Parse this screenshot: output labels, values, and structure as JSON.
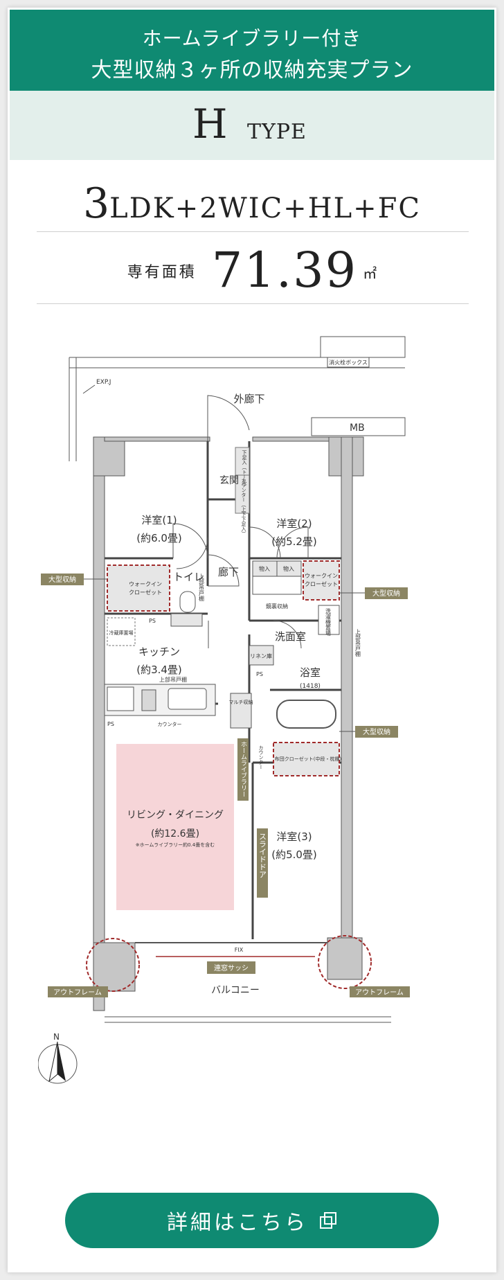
{
  "banner": {
    "line1": "ホームライブラリー付き",
    "line2": "大型収納３ヶ所の収納充実プラン"
  },
  "type": {
    "letter": "H",
    "word": "TYPE"
  },
  "layout": {
    "number": "3",
    "rest": "LDK+2WIC+HL+FC"
  },
  "area": {
    "label": "専有面積",
    "value": "71.39",
    "unit": "㎡"
  },
  "plan": {
    "fire_box": "消火栓ボックス",
    "expj": "EXP.J",
    "outer_corridor": "外廊下",
    "mb": "MB",
    "shoebox_top": "下足入（トール）",
    "shoebox_counter": "カウンター（上下下足入）",
    "entrance": "玄関",
    "room1_name": "洋室(1)",
    "room1_size": "(約6.0畳)",
    "room2_name": "洋室(2)",
    "room2_size": "(約5.2畳)",
    "hallway": "廊下",
    "wic_label": "ウォークイン",
    "wic_label2": "クローゼット",
    "toilet": "トイレ",
    "upper_cabinet": "上部吊戸棚",
    "closet_in": "物入",
    "mirror_storage": "鏡裏収納",
    "washer": "洗濯機置場",
    "ps": "PS",
    "fridge": "冷蔵庫置場",
    "kitchen_name": "キッチン",
    "kitchen_size": "(約3.4畳)",
    "washroom": "洗面室",
    "linen": "リネン庫",
    "bath": "浴室",
    "bath_size": "(1418)",
    "counter": "カウンター",
    "multi_storage": "マルチ収納",
    "home_library": "ホームライブラリー",
    "futon_closet": "布団クローゼット(中段・枕棚)",
    "living_name": "リビング・ダイニング",
    "living_size": "(約12.6畳)",
    "living_note": "※ホームライブラリー約0.4畳を含む",
    "room3_name": "洋室(3)",
    "room3_size": "(約5.0畳)",
    "slide_door": "スライドドア",
    "fix": "FIX",
    "sash": "連窓サッシ",
    "balcony": "バルコニー",
    "outframe": "アウトフレーム",
    "large_storage": "大型収納",
    "north": "N"
  },
  "cta": {
    "label": "詳細はこちら"
  },
  "colors": {
    "brand": "#0f8a72",
    "tag": "#8b8563",
    "storage_outline": "#a02a2a",
    "living_fill": "#f6d5d8",
    "wall": "#c6c6c6"
  }
}
